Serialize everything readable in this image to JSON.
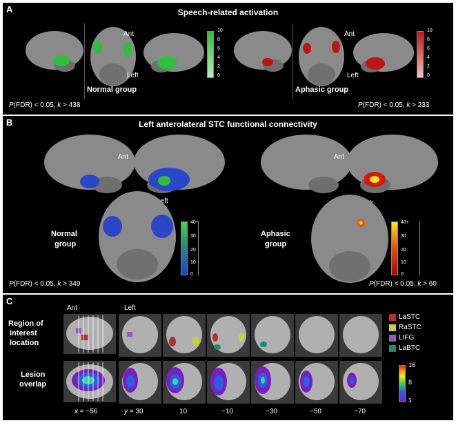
{
  "panelA": {
    "label": "A",
    "title": "Speech-related activation",
    "ant": "Ant",
    "left": "Left",
    "normal_group": "Normal group",
    "aphasic_group": "Aphasic group",
    "stat_normal_p": "P",
    "stat_normal_rest": "(FDR) < 0.05, ",
    "stat_normal_k": "k",
    "stat_normal_val": " > 438",
    "stat_aphasic_p": "P",
    "stat_aphasic_rest": "(FDR) < 0.05, ",
    "stat_aphasic_k": "k",
    "stat_aphasic_val": " > 233",
    "colorbar_ticks": [
      "10",
      "8",
      "6",
      "4",
      "2",
      "0"
    ],
    "green": "#2fbf3a",
    "red": "#c01414"
  },
  "panelB": {
    "label": "B",
    "title": "Left anterolateral STC functional connectivity",
    "ant": "Ant",
    "left": "Left",
    "normal_line1": "Normal",
    "normal_line2": "group",
    "aphasic_line1": "Aphasic",
    "aphasic_line2": "group",
    "stat_normal_p": "P",
    "stat_normal_rest": "(FDR) < 0.05, ",
    "stat_normal_k": "k",
    "stat_normal_val": " > 349",
    "stat_aphasic_p": "P",
    "stat_aphasic_rest": "(FDR) < 0.05, ",
    "stat_aphasic_k": "k",
    "stat_aphasic_val": " > 60",
    "colorbar_ticks": [
      "40+",
      "30",
      "20",
      "10",
      "0"
    ]
  },
  "panelC": {
    "label": "C",
    "ant": "Ant",
    "left": "Left",
    "row1_l1": "Region of",
    "row1_l2": "interest",
    "row1_l3": "location",
    "row2_l1": "Lesion",
    "row2_l2": "overlap",
    "legend": [
      {
        "name": "LaSTC",
        "color": "#b5302a"
      },
      {
        "name": "RaSTC",
        "color": "#c8d23a"
      },
      {
        "name": "LIFG",
        "color": "#8c5fc0"
      },
      {
        "name": "LaBTC",
        "color": "#1e8a6e"
      }
    ],
    "colorbar_ticks": [
      "16",
      "8",
      "1"
    ],
    "xlabel_x": "x",
    "xlabel_x_val": " = −56",
    "xlabel_y": "y",
    "xlabel_y_val": " = 30",
    "slice_labels": [
      "10",
      "−10",
      "−30",
      "−50",
      "−70"
    ]
  }
}
